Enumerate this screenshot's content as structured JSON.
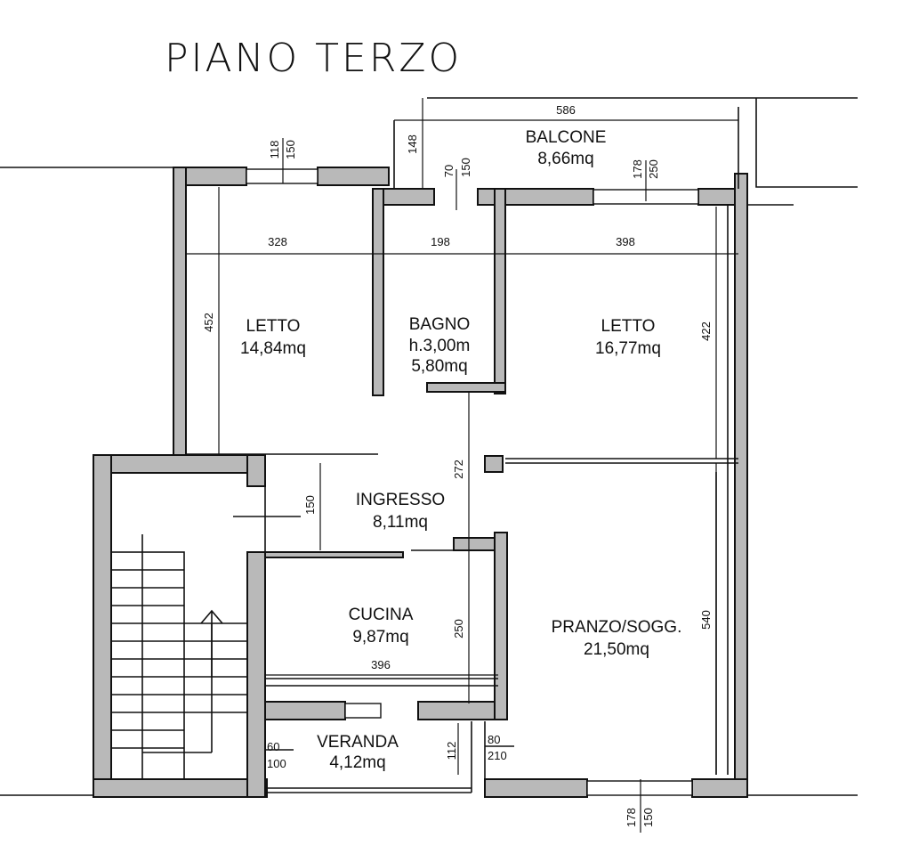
{
  "title": "PIANO TERZO",
  "rooms": {
    "balcone": {
      "name": "BALCONE",
      "area": "8,66mq"
    },
    "letto_left": {
      "name": "LETTO",
      "area": "14,84mq"
    },
    "bagno": {
      "name": "BAGNO",
      "height": "h.3,00m",
      "area": "5,80mq"
    },
    "letto_right": {
      "name": "LETTO",
      "area": "16,77mq"
    },
    "ingresso": {
      "name": "INGRESSO",
      "area": "8,11mq"
    },
    "cucina": {
      "name": "CUCINA",
      "area": "9,87mq"
    },
    "pranzo": {
      "name": "PRANZO/SOGG.",
      "area": "21,50mq"
    },
    "veranda": {
      "name": "VERANDA",
      "area": "4,12mq"
    }
  },
  "dimensions": {
    "balcone_width": "586",
    "balcone_depth": "148",
    "win_top_left_a": "118",
    "win_top_left_b": "150",
    "door_balcone_a": "70",
    "door_balcone_b": "150",
    "win_balcone_a": "178",
    "win_balcone_b": "250",
    "letto_left_width": "328",
    "bagno_width": "198",
    "letto_right_width": "398",
    "letto_left_depth": "452",
    "letto_right_depth": "422",
    "ingresso_depth": "272",
    "ingresso_door": "150",
    "cucina_depth": "250",
    "cucina_width": "396",
    "pranzo_depth": "540",
    "veranda_win_a": "60",
    "veranda_win_b": "100",
    "veranda_depth": "112",
    "veranda_door_a": "80",
    "veranda_door_b": "210",
    "win_bottom_a": "178",
    "win_bottom_b": "150"
  }
}
